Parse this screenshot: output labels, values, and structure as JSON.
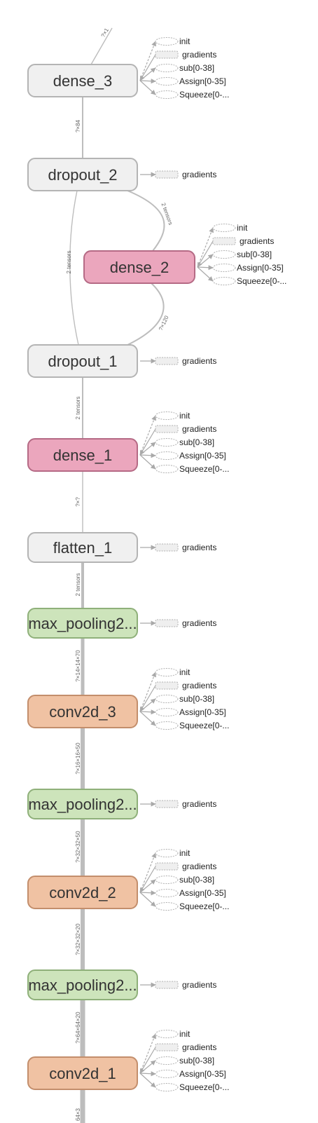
{
  "colors": {
    "gray_fill": "#f0f0f0",
    "gray_stroke": "#b4b4b4",
    "pink_fill": "#eba6bd",
    "pink_stroke": "#b56a85",
    "green_fill": "#cde4bb",
    "green_stroke": "#8fb07a",
    "orange_fill": "#f0c2a3",
    "orange_stroke": "#c38e6c",
    "edge": "#bdbdbd",
    "aux_stroke": "#b0b0b0",
    "aux_fill": "#efefef"
  },
  "nodes": [
    {
      "id": "dense_3",
      "label": "dense_3",
      "color": "gray"
    },
    {
      "id": "dropout_2",
      "label": "dropout_2",
      "color": "gray"
    },
    {
      "id": "dense_2",
      "label": "dense_2",
      "color": "pink"
    },
    {
      "id": "dropout_1",
      "label": "dropout_1",
      "color": "gray"
    },
    {
      "id": "dense_1",
      "label": "dense_1",
      "color": "pink"
    },
    {
      "id": "flatten_1",
      "label": "flatten_1",
      "color": "gray"
    },
    {
      "id": "max_pooling2d_3",
      "label": "max_pooling2...",
      "color": "green"
    },
    {
      "id": "conv2d_3",
      "label": "conv2d_3",
      "color": "orange"
    },
    {
      "id": "max_pooling2d_2",
      "label": "max_pooling2...",
      "color": "green"
    },
    {
      "id": "conv2d_2",
      "label": "conv2d_2",
      "color": "orange"
    },
    {
      "id": "max_pooling2d_1",
      "label": "max_pooling2...",
      "color": "green"
    },
    {
      "id": "conv2d_1",
      "label": "conv2d_1",
      "color": "orange"
    }
  ],
  "edge_labels": {
    "top": "?×1",
    "dense3_dropout2": "?×84",
    "dropout2_dense2": "2 tensors",
    "dropout2_dropout1": "2 tensors",
    "dense2_dropout1": "?×120",
    "dropout1_dense1": "2 tensors",
    "dense1_flatten1": "?×?",
    "flatten1_mp3": "2 tensors",
    "mp3_conv3": "?×14×14×70",
    "conv3_mp2": "?×16×16×50",
    "mp2_conv2": "?×32×32×50",
    "conv2_mp1": "?×32×32×20",
    "mp1_conv1": "?×64×64×20",
    "bottom": "64×3"
  },
  "aux": {
    "full": [
      "init",
      "gradients",
      "sub[0-38]",
      "Assign[0-35]",
      "Squeeze[0-..."
    ],
    "gradients_only": [
      "gradients"
    ]
  }
}
